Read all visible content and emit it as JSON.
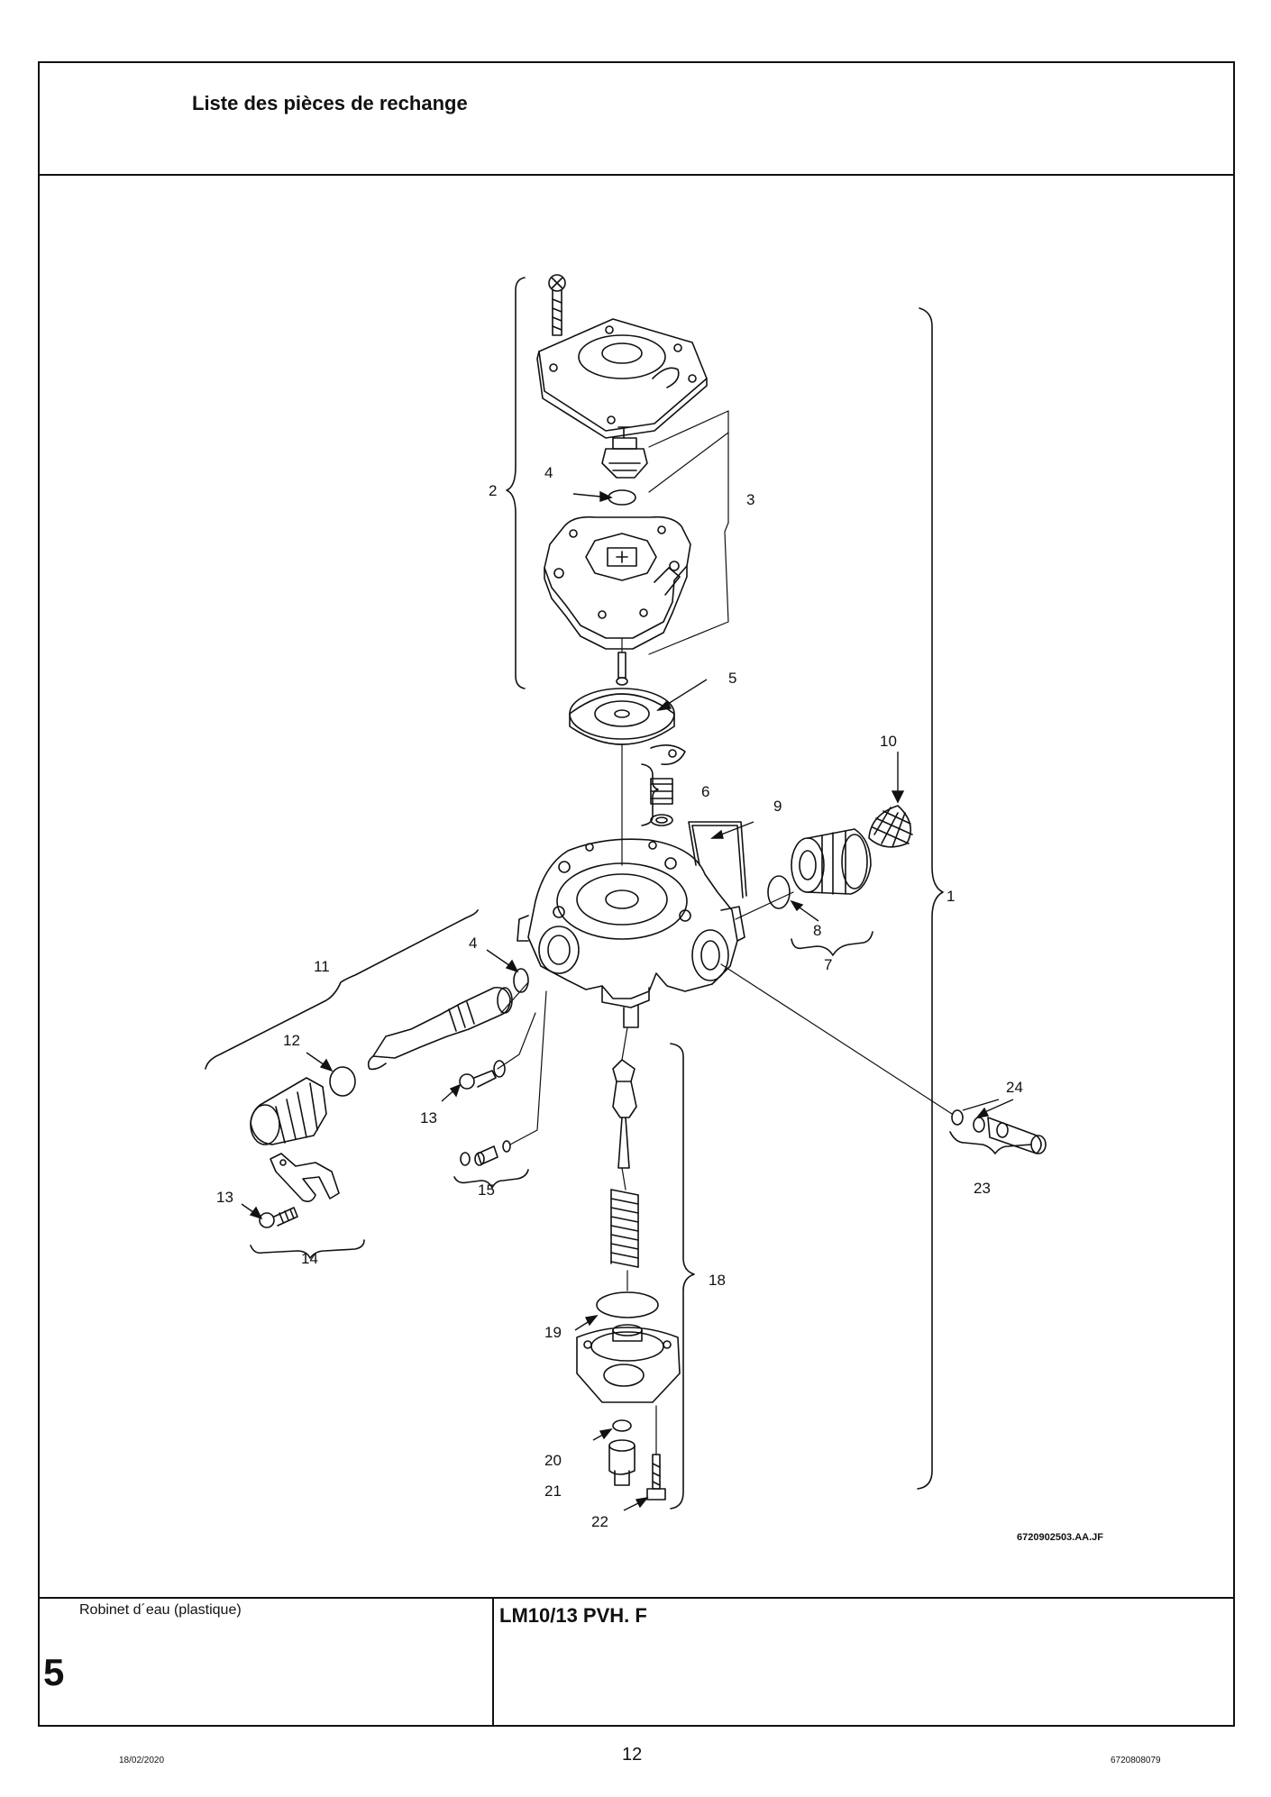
{
  "header": {
    "title": "Liste des pièces de rechange"
  },
  "diagram": {
    "part_labels": [
      "1",
      "2",
      "3",
      "4",
      "4",
      "5",
      "6",
      "7",
      "8",
      "9",
      "10",
      "11",
      "12",
      "13",
      "13",
      "14",
      "15",
      "18",
      "19",
      "20",
      "21",
      "22",
      "23",
      "24"
    ],
    "drawing_code": "6720902503.AA.JF"
  },
  "footer": {
    "subtitle": "Robinet d´eau (plastique)",
    "section_number": "5",
    "model": "LM10/13 PVH. F"
  },
  "page": {
    "date": "18/02/2020",
    "number": "12",
    "doc_number": "6720808079"
  }
}
